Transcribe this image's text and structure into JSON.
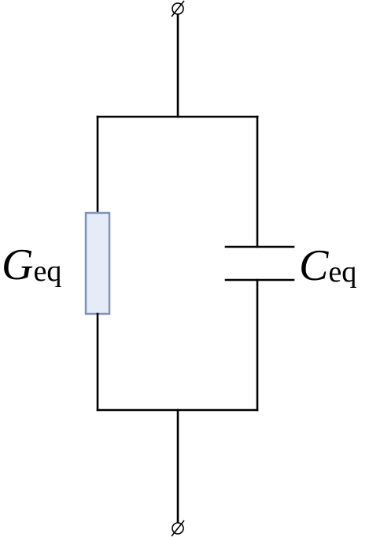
{
  "conductance": {
    "symbol": "G",
    "subscript": "eq"
  },
  "capacitance": {
    "symbol": "C",
    "subscript": "eq"
  },
  "colors": {
    "wire": "#000000",
    "resistor_fill": "#e6ecf7",
    "resistor_stroke": "#7f93b8",
    "background": "#ffffff"
  }
}
